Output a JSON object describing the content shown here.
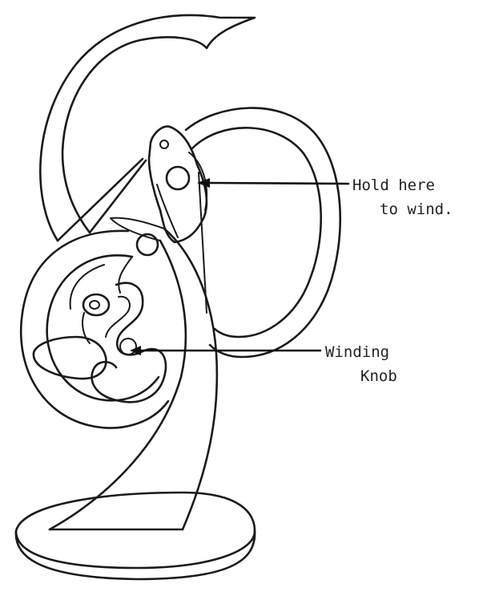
{
  "callouts": {
    "hold": {
      "line1": "Hold here",
      "line2": "to wind."
    },
    "knob": {
      "line1": "Winding",
      "line2": "Knob"
    }
  },
  "colors": {
    "ink": "#1a1a1a",
    "background": "#ffffff"
  }
}
